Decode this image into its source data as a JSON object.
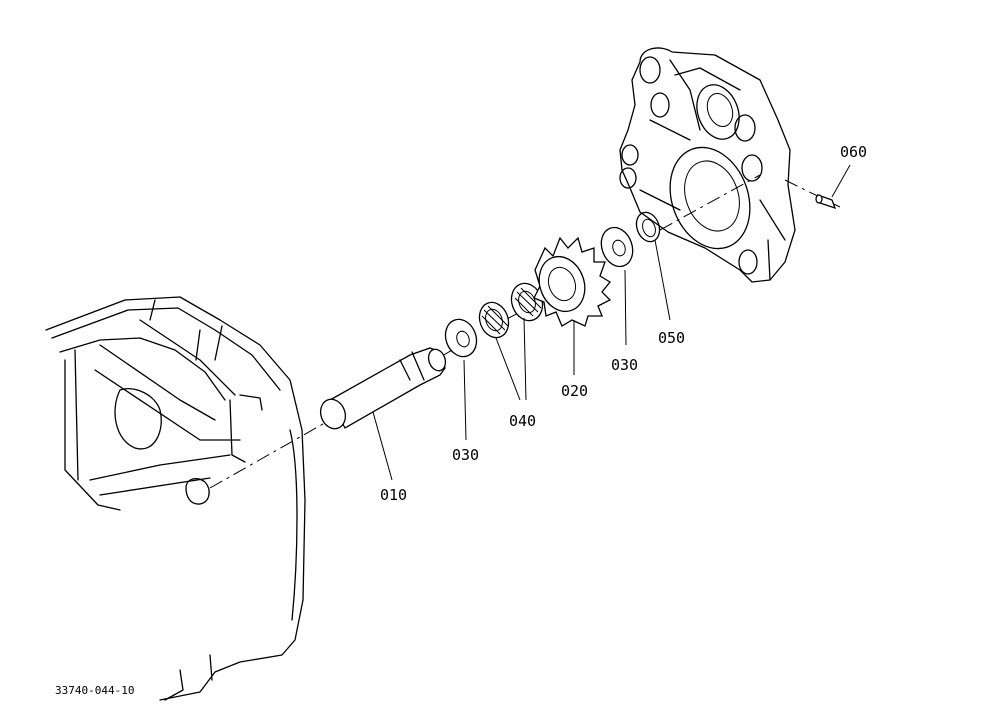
{
  "parts": [
    {
      "id": "010"
    },
    {
      "id": "020"
    },
    {
      "id": "030"
    },
    {
      "id": "040"
    },
    {
      "id": "050"
    },
    {
      "id": "060"
    }
  ],
  "labels": {
    "shaft": "010",
    "gear": "020",
    "washer_left": "030",
    "washer_right": "030",
    "bearings": "040",
    "snap_ring": "050",
    "pin": "060"
  },
  "drawing_code": "33740-044-10"
}
